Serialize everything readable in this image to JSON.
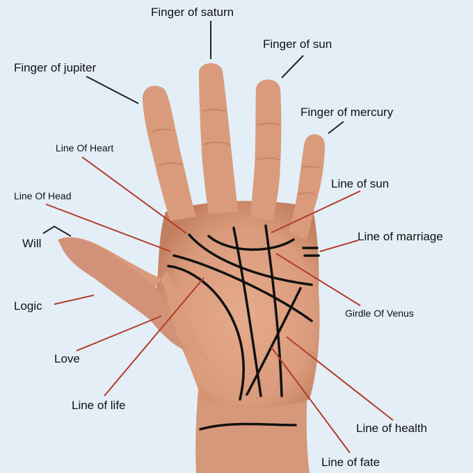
{
  "labels": {
    "finger_saturn": "Finger of saturn",
    "finger_sun": "Finger of sun",
    "finger_jupiter": "Finger of jupiter",
    "finger_mercury": "Finger of mercury",
    "line_of_heart": "Line Of Heart",
    "line_of_head": "Line Of Head",
    "will": "Will",
    "logic": "Logic",
    "love": "Love",
    "line_of_life": "Line of life",
    "line_of_sun": "Line of sun",
    "line_of_marriage": "Line of marriage",
    "girdle_of_venus": "Girdle Of Venus",
    "line_of_health": "Line of health",
    "line_of_fate": "Line of fate"
  },
  "colors": {
    "background": "#e4eef6",
    "skin": "#d99b7b",
    "skin_shadow": "#c27f60",
    "palm_lines": "#111111",
    "pointer_red": "#b43a2a",
    "pointer_dark": "#222222"
  }
}
